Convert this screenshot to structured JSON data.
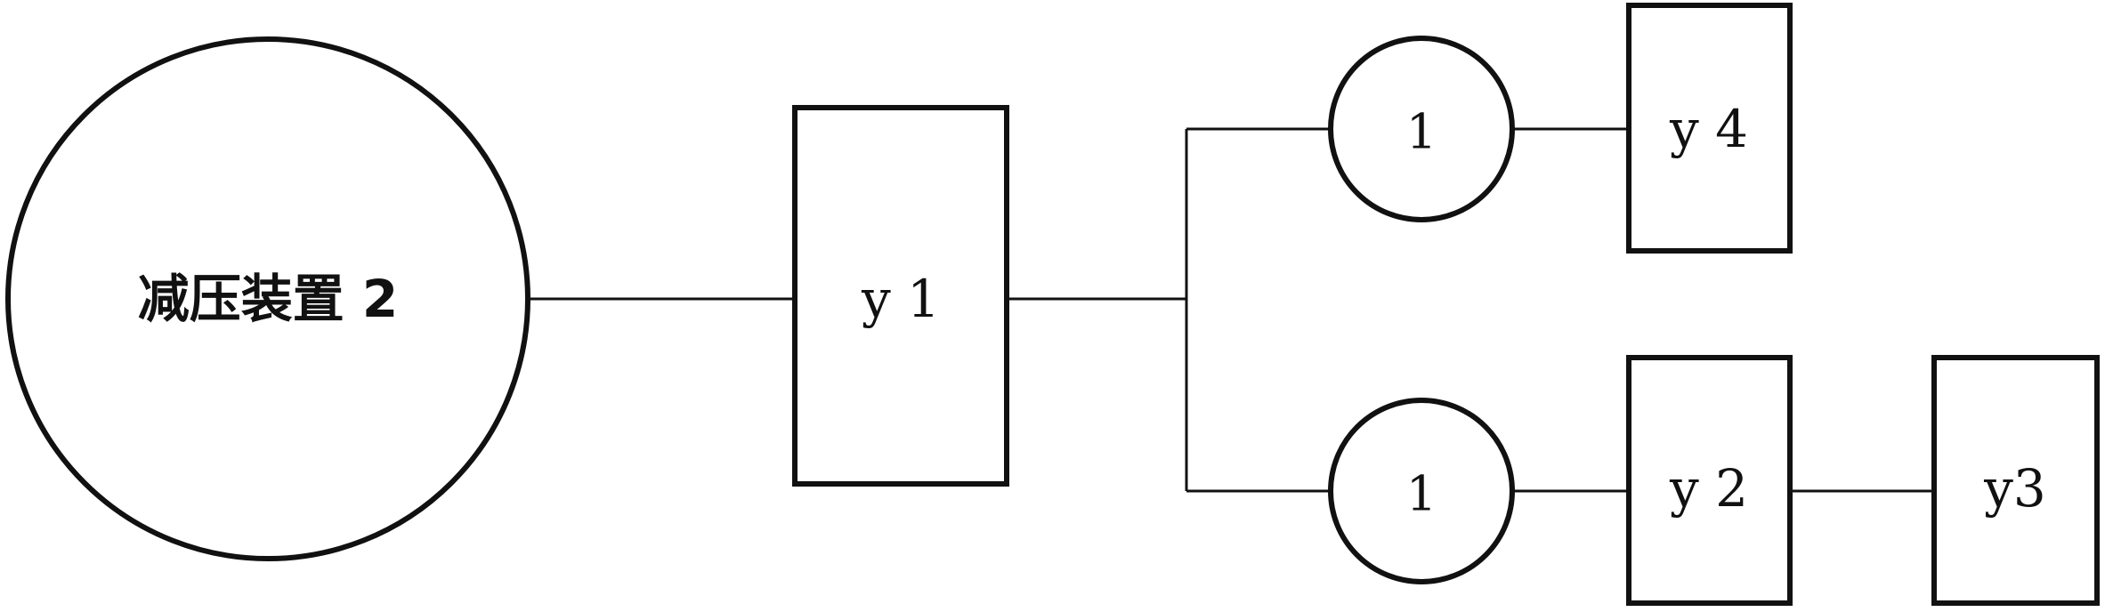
{
  "diagram": {
    "nodes": {
      "decompressor": {
        "label": "减压装置 2"
      },
      "y1": {
        "label": "y 1"
      },
      "circle_top": {
        "label": "1"
      },
      "circle_bottom": {
        "label": "1"
      },
      "y4": {
        "label": "y 4"
      },
      "y2": {
        "label": "y 2"
      },
      "y3": {
        "label": "y3"
      }
    },
    "stroke_color": "#111111",
    "background_color": "#ffffff"
  }
}
